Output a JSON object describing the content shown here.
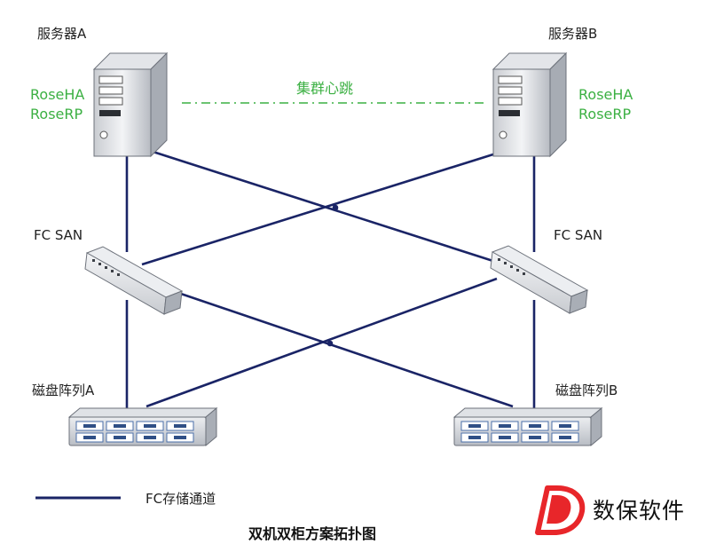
{
  "servers": {
    "a": {
      "label": "服务器A",
      "sw1": "RoseHA",
      "sw2": "RoseRP"
    },
    "b": {
      "label": "服务器B",
      "sw1": "RoseHA",
      "sw2": "RoseRP"
    }
  },
  "heartbeat": {
    "label": "集群心跳",
    "color": "#3cb043"
  },
  "switches": {
    "a": {
      "label": "FC SAN"
    },
    "b": {
      "label": "FC SAN"
    }
  },
  "arrays": {
    "a": {
      "label": "磁盘阵列A"
    },
    "b": {
      "label": "磁盘阵列B"
    }
  },
  "legend": {
    "label": "FC存储通道",
    "line_color": "#1a2466"
  },
  "title": "双机双柜方案拓扑图",
  "brand": {
    "text": "数保软件",
    "color": "#e8262a"
  },
  "colors": {
    "link": "#1a2466",
    "label_green": "#3cb043"
  }
}
